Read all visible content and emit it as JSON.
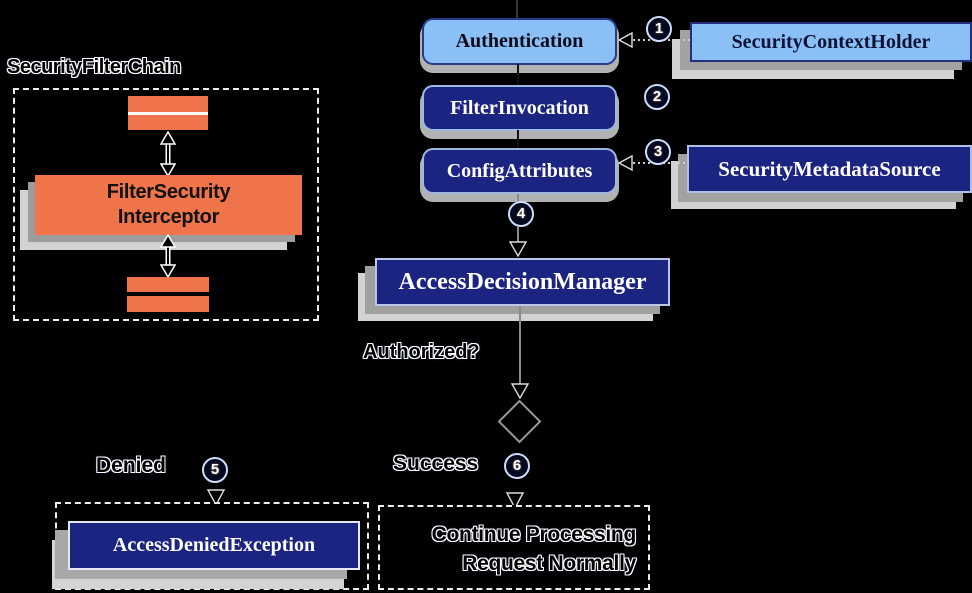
{
  "diagram": {
    "background_color": "#000000",
    "colors": {
      "orange": "#f0744a",
      "navy": "#1b2581",
      "light_blue": "#8ac0f5",
      "shadow_gray": "#a2a2a2",
      "shadow_light_gray": "#d2d2d2",
      "dashed_border": "#ededed"
    },
    "filter_chain": {
      "title": "SecurityFilterChain",
      "interceptor_line1": "FilterSecurity",
      "interceptor_line2": "Interceptor"
    },
    "flow": {
      "authentication": "Authentication",
      "security_context_holder": "SecurityContextHolder",
      "filter_invocation": "FilterInvocation",
      "config_attributes": "ConfigAttributes",
      "security_metadata_source": "SecurityMetadataSource",
      "access_decision_manager": "AccessDecisionManager",
      "decision_question": "Authorized?",
      "denied_label": "Denied",
      "success_label": "Success",
      "access_denied_exception": "AccessDeniedException",
      "continue_line1": "Continue Processing",
      "continue_line2": "Request Normally",
      "steps": [
        "1",
        "2",
        "3",
        "4",
        "5",
        "6"
      ]
    }
  }
}
